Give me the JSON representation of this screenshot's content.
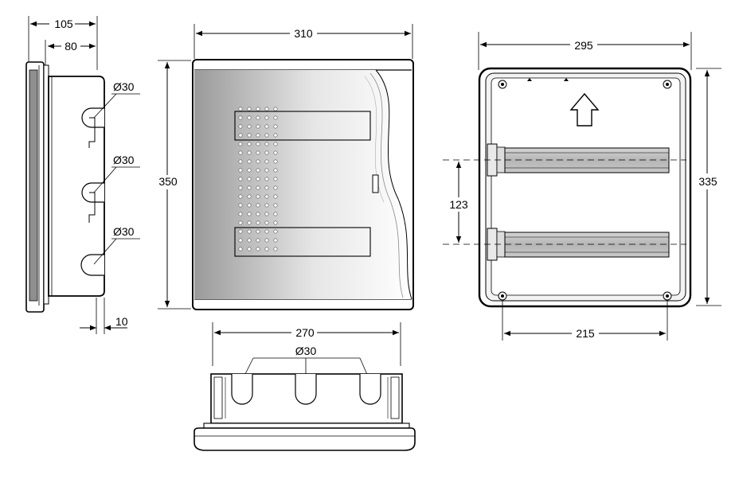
{
  "dimensions": {
    "side_depth_total": "105",
    "side_depth_body": "80",
    "side_flange": "10",
    "side_knockout_1": "Ø30",
    "side_knockout_2": "Ø30",
    "side_knockout_3": "Ø30",
    "front_width": "310",
    "front_height": "350",
    "bottom_width": "270",
    "bottom_knockout": "Ø30",
    "back_width": "295",
    "back_height": "335",
    "rail_spacing": "123",
    "mount_hole_spacing": "215"
  },
  "colors": {
    "line": "#000000",
    "door_gradient_dark": "#9a9a9a",
    "door_gradient_light": "#ffffff",
    "rail_fill": "#bdbdbd",
    "frame_fill": "#e9e9e9"
  },
  "icons": {
    "direction_arrow": "up-arrow-icon"
  }
}
